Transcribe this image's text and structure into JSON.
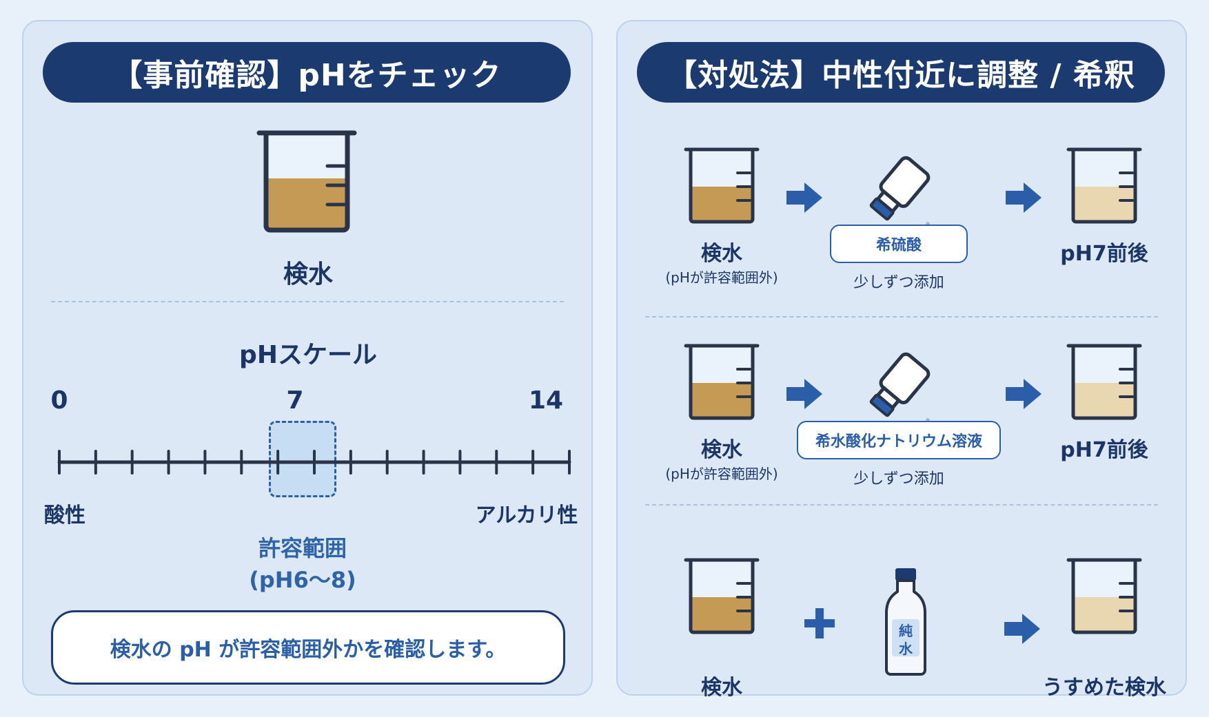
{
  "left": {
    "title": "【事前確認】pHをチェック",
    "sample_label": "検水",
    "scale_title": "pHスケール",
    "scale_min": "0",
    "scale_mid": "7",
    "scale_max": "14",
    "acid_label": "酸性",
    "alkali_label": "アルカリ性",
    "range_label_1": "許容範囲",
    "range_label_2": "(pH6〜8)",
    "note": "検水の pH が許容範囲外かを確認します。"
  },
  "right": {
    "title": "【対処法】中性付近に調整 / 希釈",
    "rows": [
      {
        "sample_label": "検水",
        "sample_sub": "(pHが許容範囲外)",
        "reagent": "希硫酸",
        "reagent_note": "少しずつ添加",
        "result": "pH7前後"
      },
      {
        "sample_label": "検水",
        "sample_sub": "(pHが許容範囲外)",
        "reagent": "希水酸化ナトリウム溶液",
        "reagent_note": "少しずつ添加",
        "result": "pH7前後"
      },
      {
        "sample_label": "検水",
        "bottle_text_1": "純",
        "bottle_text_2": "水",
        "result": "うすめた検水"
      }
    ]
  },
  "colors": {
    "navy": "#1b3a70",
    "accent_blue": "#2a5ea8",
    "sample_liquid": "#c49a55",
    "diluted_liquid": "#e8d7b0",
    "panel_bg": "#dde8f6"
  }
}
